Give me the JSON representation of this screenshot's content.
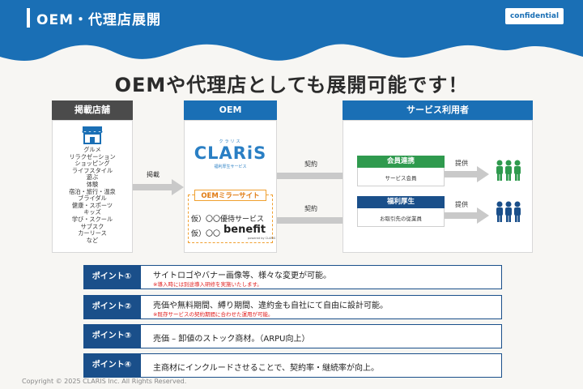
{
  "header": {
    "title": "OEM・代理店展開",
    "badge": "confidential"
  },
  "main_title": "OEMや代理店としても展開可能です！",
  "columns": {
    "shop": "掲載店舗",
    "oem": "OEM",
    "service": "サービス利用者"
  },
  "shop_categories": [
    "グルメ",
    "リラクゼーション",
    "ショッピング",
    "ライフスタイル",
    "遊ぶ",
    "体験",
    "宿泊・旅行・温泉",
    "ブライダル",
    "健康・スポーツ",
    "キッズ",
    "学び・スクール",
    "サブスク",
    "カーリース",
    "など"
  ],
  "arrows": {
    "listing": "掲載",
    "contract1": "契約",
    "contract2": "契約",
    "provide1": "提供",
    "provide2": "提供"
  },
  "claris": {
    "kana": "クラリス",
    "logo": "CLARiS",
    "sub": "福利厚生サービス"
  },
  "mirror": {
    "title": "OEMミラーサイト",
    "line1": "仮）〇〇優待サービス",
    "line2_prefix": "仮）〇〇",
    "line2_brand": "benefit",
    "line2_tagline": "powered by CLARIS"
  },
  "cards": [
    {
      "title": "会員連携",
      "text": "サービス会員",
      "color": "#2f9a4e"
    },
    {
      "title": "福利厚生",
      "text": "お取引先の従業員",
      "color": "#1a4f8a"
    }
  ],
  "points": [
    {
      "label": "ポイント①",
      "main": "サイトロゴやバナー画像等、様々な変更が可能。",
      "note": "※導入時には別途導入研修を実施いたします。"
    },
    {
      "label": "ポイント②",
      "main": "売価や無料期間、縛り期間、違約金も自社にて自由に設計可能。",
      "note": "※既存サービスの契約期間に合わせた運用が可能。"
    },
    {
      "label": "ポイント③",
      "main": "売価 – 卸値のストック商材。（ARPU向上）",
      "note": ""
    },
    {
      "label": "ポイント④",
      "main": "主商材にインクルードさせることで、契約率・継続率が向上。",
      "note": ""
    }
  ],
  "copyright": "Copyright © 2025 CLARIS Inc. All Rights Reserved.",
  "colors": {
    "brand_blue": "#1a6fb5",
    "navy": "#1a4f8a",
    "green": "#2f9a4e",
    "orange": "#f0a030"
  }
}
